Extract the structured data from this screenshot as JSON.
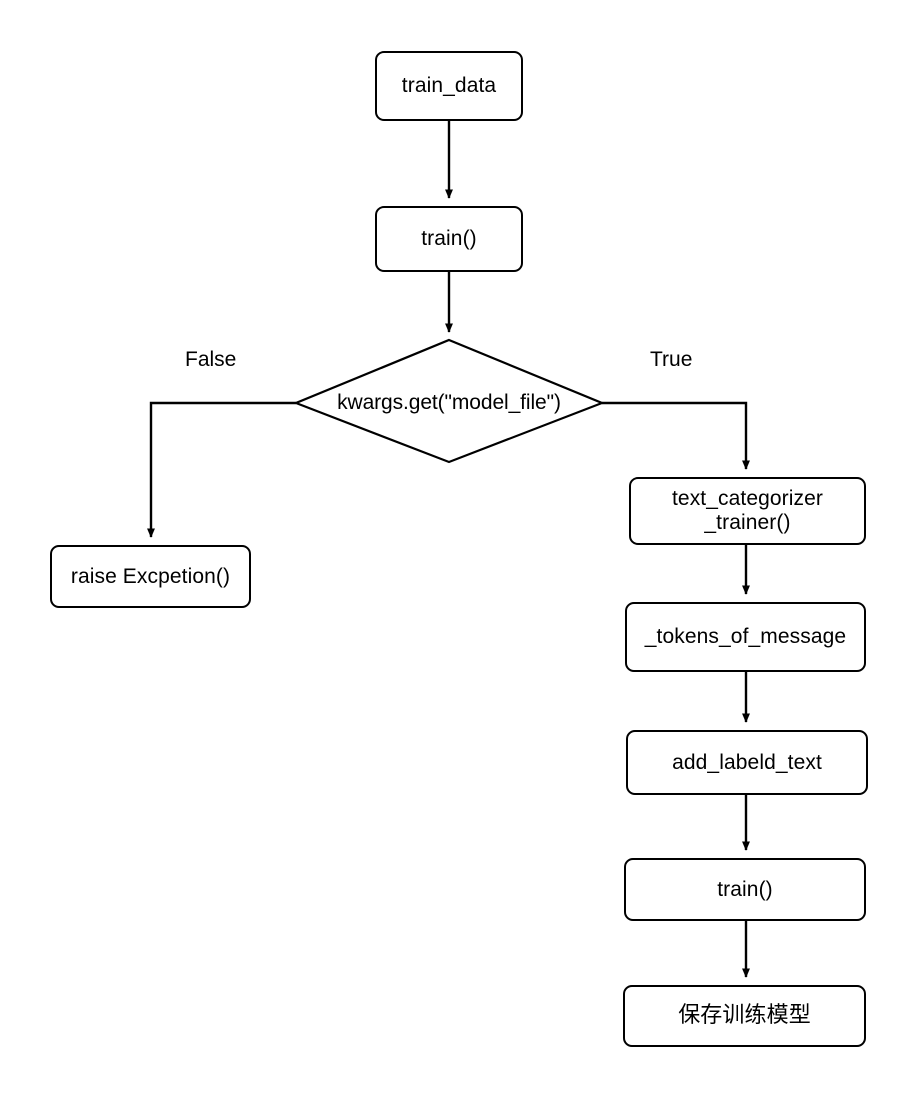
{
  "diagram": {
    "type": "flowchart",
    "title": "",
    "background_color": "#ffffff",
    "stroke_color": "#000000",
    "text_color": "#000000",
    "nodes": [
      {
        "id": "train_data",
        "shape": "rounded-rect",
        "label": "train_data",
        "lines": [
          "train_data"
        ]
      },
      {
        "id": "train_top",
        "shape": "rounded-rect",
        "label": "train()",
        "lines": [
          "train()"
        ]
      },
      {
        "id": "decision",
        "shape": "diamond",
        "label": "kwargs.get(\"model_file\")",
        "lines": [
          "kwargs.get(\"model_file\")"
        ]
      },
      {
        "id": "raise_exception",
        "shape": "rounded-rect",
        "label": "raise Excpetion()",
        "lines": [
          "raise Excpetion()"
        ]
      },
      {
        "id": "text_categorizer",
        "shape": "rounded-rect",
        "label": "text_categorizer_trainer()",
        "lines": [
          "text_categorizer",
          "_trainer()"
        ]
      },
      {
        "id": "tokens_of_message",
        "shape": "rounded-rect",
        "label": "_tokens_of_message",
        "lines": [
          "_tokens_of_message"
        ]
      },
      {
        "id": "add_labeld_text",
        "shape": "rounded-rect",
        "label": "add_labeld_text",
        "lines": [
          "add_labeld_text"
        ]
      },
      {
        "id": "train_right",
        "shape": "rounded-rect",
        "label": "train()",
        "lines": [
          "train()"
        ]
      },
      {
        "id": "save_model",
        "shape": "rounded-rect",
        "label": "保存训练模型",
        "lines": [
          "保存训练模型"
        ]
      }
    ],
    "edges": [
      {
        "from": "train_data",
        "to": "train_top",
        "label": ""
      },
      {
        "from": "train_top",
        "to": "decision",
        "label": ""
      },
      {
        "from": "decision",
        "to": "raise_exception",
        "label": "False"
      },
      {
        "from": "decision",
        "to": "text_categorizer",
        "label": "True"
      },
      {
        "from": "text_categorizer",
        "to": "tokens_of_message",
        "label": ""
      },
      {
        "from": "tokens_of_message",
        "to": "add_labeld_text",
        "label": ""
      },
      {
        "from": "add_labeld_text",
        "to": "train_right",
        "label": ""
      },
      {
        "from": "train_right",
        "to": "save_model",
        "label": ""
      }
    ],
    "edge_labels": {
      "false_branch": "False",
      "true_branch": "True"
    }
  }
}
